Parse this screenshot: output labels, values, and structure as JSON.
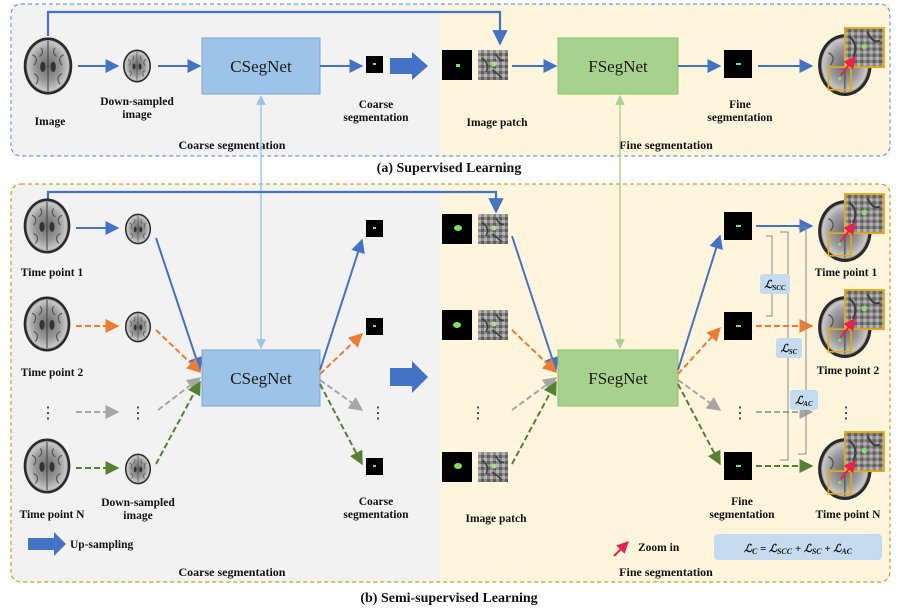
{
  "colors": {
    "blue": "#4472c4",
    "orange": "#ed7d31",
    "gray": "#a6a6a6",
    "green": "#548235",
    "light_blue_line": "#9dc3e6",
    "light_green_line": "#a9d18e",
    "cseg_fill": "#9dc3e6",
    "fseg_fill": "#a9d18e",
    "left_panel": "#f2f2f2",
    "right_panel": "#fff5dc",
    "zoom_red": "#e8224a",
    "loss_box": "#c5dcf0",
    "border_top": "#6f9bd1",
    "border_bottom": "#c9a227"
  },
  "icons": {
    "brain": "brain-mri-icon",
    "mask": "segmentation-mask-icon",
    "patch": "image-patch-icon",
    "zoom": "zoom-arrow-icon"
  },
  "panel_a": {
    "title": "(a) Supervised Learning",
    "image": "Image",
    "down_sampled": "Down-sampled image",
    "cseg": "CSegNet",
    "coarse": "Coarse segmentation",
    "image_patch": "Image patch",
    "fseg": "FSegNet",
    "fine": "Fine segmentation",
    "coarse_section": "Coarse segmentation",
    "fine_section": "Fine segmentation"
  },
  "panel_b": {
    "title": "(b) Semi-supervised Learning",
    "tp1": "Time point 1",
    "tp2": "Time point 2",
    "tpn": "Time point N",
    "dots": "⋮",
    "down_sampled": "Down-sampled image",
    "cseg": "CSegNet",
    "coarse": "Coarse segmentation",
    "image_patch": "Image patch",
    "fseg": "FSegNet",
    "fine": "Fine segmentation",
    "out_tp1": "Time point 1",
    "out_tp2": "Time point 2",
    "out_tpn": "Time point N",
    "up_sampling": "Up-sampling",
    "zoom_in": "Zoom in",
    "coarse_section": "Coarse segmentation",
    "fine_section": "Fine segmentation",
    "loss_scc_sym": "ℒ",
    "loss_scc_sub": "SCC",
    "loss_sc_sym": "ℒ",
    "loss_sc_sub": "SC",
    "loss_ac_sym": "ℒ",
    "loss_ac_sub": "AC",
    "formula_parts": [
      "ℒ",
      "C",
      " = ℒ",
      "SCC",
      " + ℒ",
      "SC",
      " + ℒ",
      "AC"
    ]
  }
}
